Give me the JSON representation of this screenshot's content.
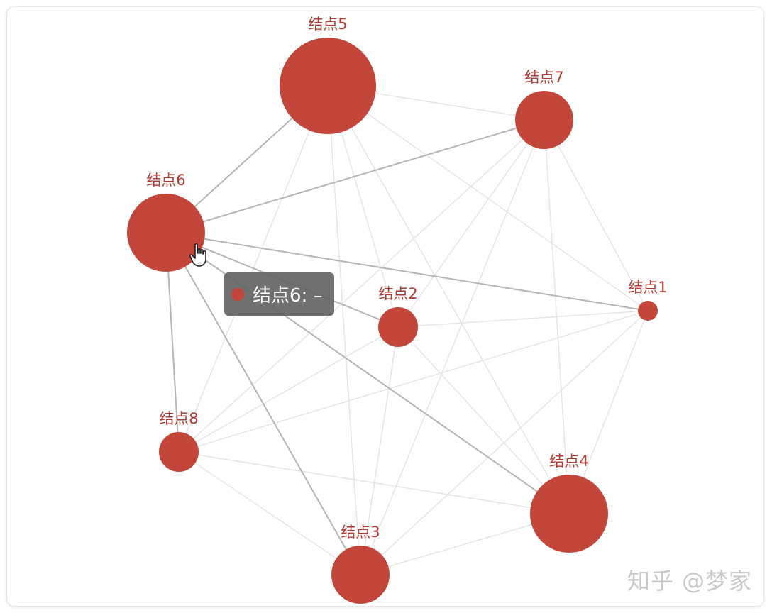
{
  "graph": {
    "nodes": [
      {
        "id": "1",
        "label": "结点1"
      },
      {
        "id": "2",
        "label": "结点2"
      },
      {
        "id": "3",
        "label": "结点3"
      },
      {
        "id": "4",
        "label": "结点4"
      },
      {
        "id": "5",
        "label": "结点5"
      },
      {
        "id": "6",
        "label": "结点6"
      },
      {
        "id": "7",
        "label": "结点7"
      },
      {
        "id": "8",
        "label": "结点8"
      }
    ],
    "node_color": "#c3463b",
    "label_color": "#b23a31",
    "highlighted_node": "6"
  },
  "tooltip": {
    "text": "结点6: –",
    "dot_color": "#c3463b"
  },
  "watermark": {
    "text": "知乎 @梦家"
  },
  "cursor": {
    "icon": "hand-pointer-icon"
  }
}
